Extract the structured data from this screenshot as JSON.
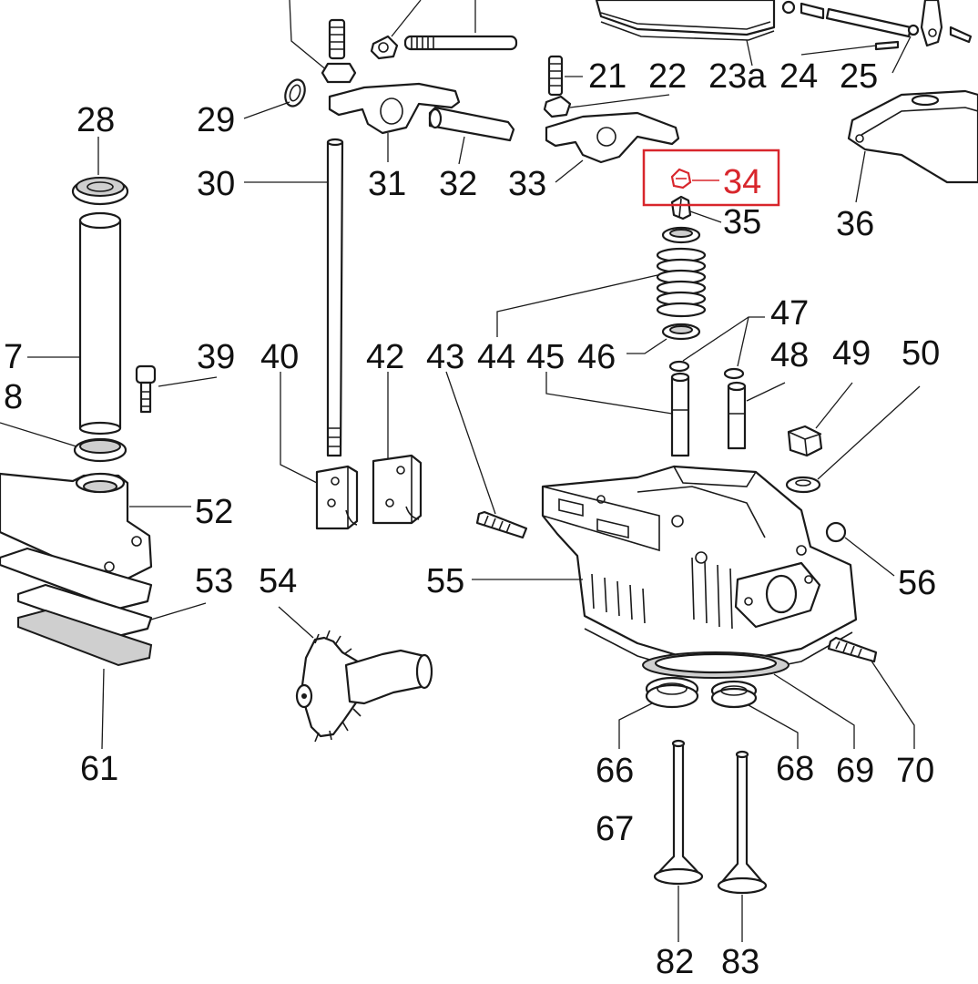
{
  "highlight": {
    "part": "34",
    "color": "#d8262c"
  },
  "labels": {
    "l21": "21",
    "l22": "22",
    "l23a": "23a",
    "l24": "24",
    "l25": "25",
    "l28": "28",
    "l29": "29",
    "l30": "30",
    "l31": "31",
    "l32": "32",
    "l33": "33",
    "l34": "34",
    "l35": "35",
    "l36": "36",
    "l37": "7",
    "l38": "8",
    "l39": "39",
    "l40": "40",
    "l42": "42",
    "l43": "43",
    "l44": "44",
    "l45": "45",
    "l46": "46",
    "l47": "47",
    "l48": "48",
    "l49": "49",
    "l50": "50",
    "l52": "52",
    "l53": "53",
    "l54": "54",
    "l55": "55",
    "l56": "56",
    "l61": "61",
    "l66": "66",
    "l67": "67",
    "l68": "68",
    "l69": "69",
    "l70": "70",
    "l82": "82",
    "l83": "83"
  }
}
